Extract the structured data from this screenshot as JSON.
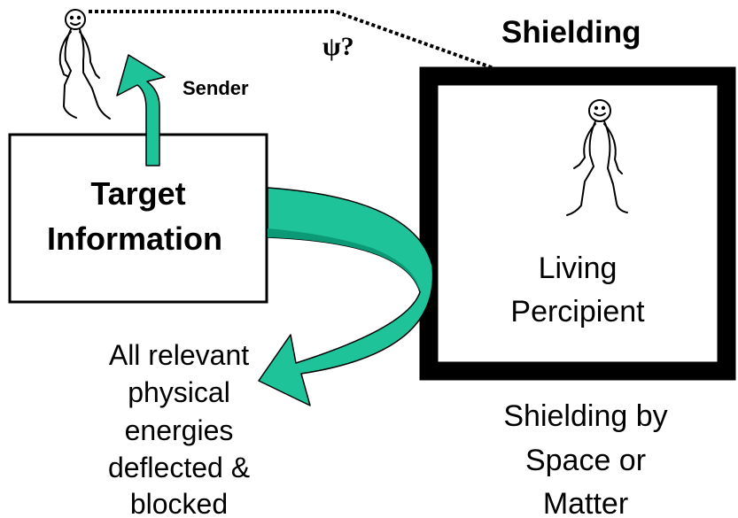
{
  "labels": {
    "sender": "Sender",
    "psi": "ψ?",
    "shielding_title": "Shielding",
    "target_line1": "Target",
    "target_line2": "Information",
    "percipient_line1": "Living",
    "percipient_line2": "Percipient",
    "energies_line1": "All relevant",
    "energies_line2": "physical",
    "energies_line3": "energies",
    "energies_line4": "deflected &",
    "energies_line5": "blocked",
    "shield_by_line1": "Shielding by",
    "shield_by_line2": "Space or",
    "shield_by_line3": "Matter"
  },
  "colors": {
    "arrow_fill": "#1fc39a",
    "arrow_dark": "#0c9a76",
    "stroke": "#000000",
    "background": "#ffffff"
  },
  "icons": {
    "sender_figure": "stick-figure-walking",
    "percipient_figure": "stick-figure-walking",
    "up_arrow": "curved-up-arrow",
    "deflect_arrow": "curved-deflection-arrow"
  }
}
